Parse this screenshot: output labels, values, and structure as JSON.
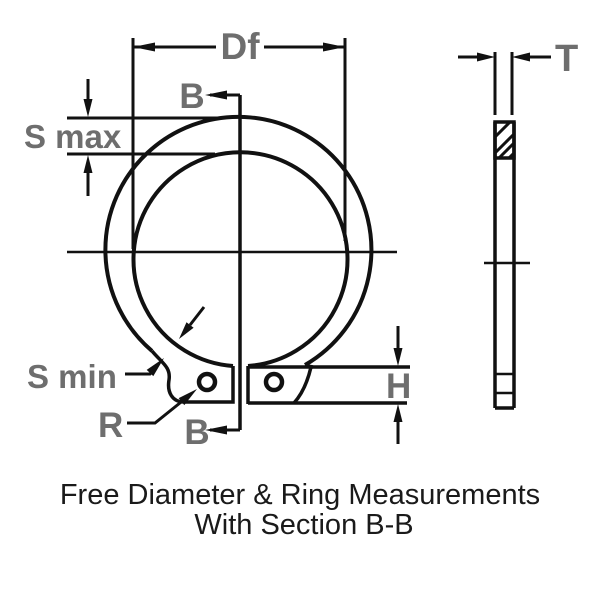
{
  "labels": {
    "df": "Df",
    "b_top": "B",
    "b_bottom": "B",
    "s_max": "S max",
    "s_min": "S min",
    "r": "R",
    "h": "H",
    "t": "T"
  },
  "caption": {
    "line1": "Free Diameter & Ring Measurements",
    "line2": "With Section B-B"
  },
  "colors": {
    "background": "#ffffff",
    "line": "#111111",
    "label_gray": "#6e6e6e",
    "caption_black": "#1a1a1a"
  }
}
